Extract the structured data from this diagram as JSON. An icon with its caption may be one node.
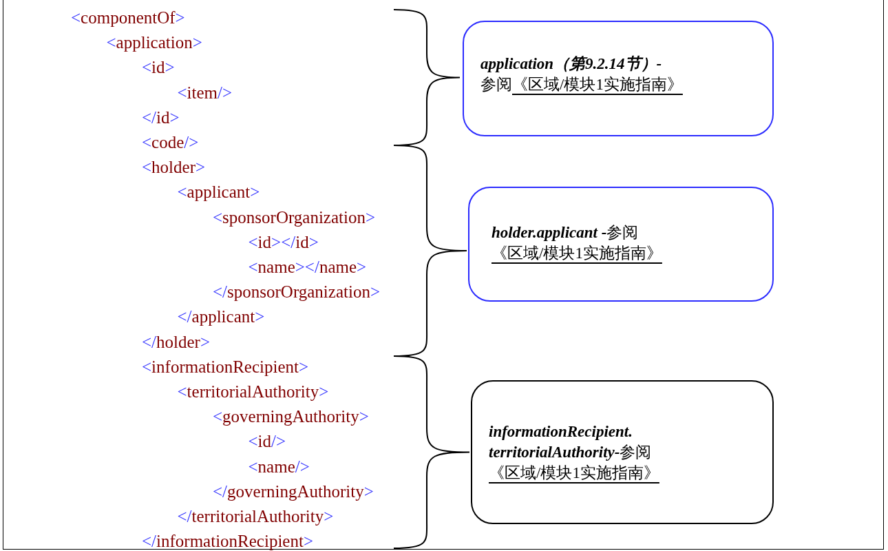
{
  "diagram": {
    "nodes": [
      {
        "text": [
          "application（第9.2.14节）-",
          "参阅",
          "《区域/模块1实施指南》"
        ]
      },
      {
        "text": [
          "holder.applicant -",
          "参阅",
          "《区域/模块1实施指南》"
        ]
      },
      {
        "text": [
          "informationRecipient. territorialAuthority-",
          "参阅",
          "《区域/模块1实施指南》"
        ]
      }
    ],
    "labels": [
      "<componentOf>",
      "<application>",
      "<id>",
      "<item/>",
      "</id>",
      "<code/>",
      "<holder>",
      "<applicant>",
      "<sponsorOrganization>",
      "<id></id>",
      "<name></name>",
      "</sponsorOrganization>",
      "</applicant>",
      "</holder>",
      "<informationRecipient>",
      "<territorialAuthority>",
      "<governingAuthority>",
      "<id/>",
      "<name/>",
      "</governingAuthority>",
      "</territorialAuthority>",
      "</informationRecipient>"
    ]
  }
}
